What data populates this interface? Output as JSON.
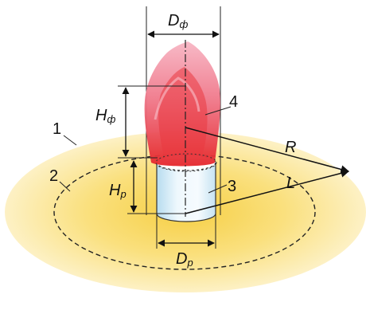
{
  "labels": {
    "d_flame": {
      "main": "D",
      "sub": "ф"
    },
    "h_flame": {
      "main": "H",
      "sub": "ф"
    },
    "h_pool": {
      "main": "H",
      "sub": "р"
    },
    "d_pool": {
      "main": "D",
      "sub": "р"
    },
    "r": "R",
    "l": "L",
    "n1": "1",
    "n2": "2",
    "n3": "3",
    "n4": "4"
  }
}
